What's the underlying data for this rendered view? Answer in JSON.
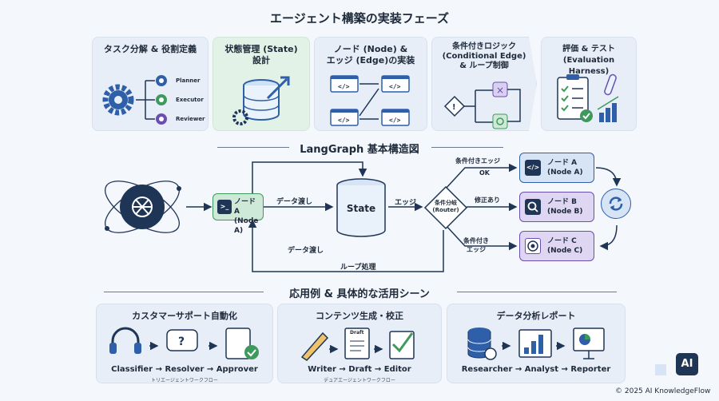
{
  "title": "エージェント構築の実装フェーズ",
  "phases": [
    {
      "title": "タスク分解 & 役割定義",
      "items": [
        "Planner",
        "Executor",
        "Reviewer"
      ]
    },
    {
      "title": "状態管理 (State)\n設計"
    },
    {
      "title": "ノード (Node) &\nエッジ (Edge)の実装"
    },
    {
      "title": "条件付きロジック\n(Conditional Edge)\n& ループ制御"
    },
    {
      "title": "評価 & テスト\n(Evaluation Harness)"
    }
  ],
  "langgraph": {
    "title": "LangGraph 基本構造図",
    "node_a": "ノード A\n(Node A)",
    "data_pass_1": "データ渡し",
    "state": "State",
    "edge": "エッジ",
    "router": "条件分岐\n(Router)",
    "cond_edge_1": "条件付きエッジ",
    "ok": "OK",
    "fix": "修正あり",
    "cond_edge_2": "条件付き\nエッジ",
    "data_pass_2": "データ渡し",
    "loop": "ループ処理",
    "out_a": "ノード A\n(Node A)",
    "out_b": "ノード B\n(Node B)",
    "out_c": "ノード C\n(Node C)"
  },
  "apps": {
    "title": "応用例 & 具体的な活用シーン",
    "cards": [
      {
        "title": "カスタマーサポート自動化",
        "flow": "Classifier → Resolver → Approver",
        "sub": "トリエージェントワークフロー"
      },
      {
        "title": "コンテンツ生成・校正",
        "flow": "Writer → Draft → Editor",
        "sub": "デュアエージェントワークフロー",
        "doc_label": "Draft"
      },
      {
        "title": "データ分析レポート",
        "flow": "Researcher → Analyst → Reporter"
      }
    ]
  },
  "badge": "AI",
  "footer": "© 2025 AI KnowledgeFlow",
  "colors": {
    "blue": "#2f5fa8",
    "green": "#3e9a5c",
    "purple": "#6a4fb0",
    "navy": "#1f3556"
  }
}
